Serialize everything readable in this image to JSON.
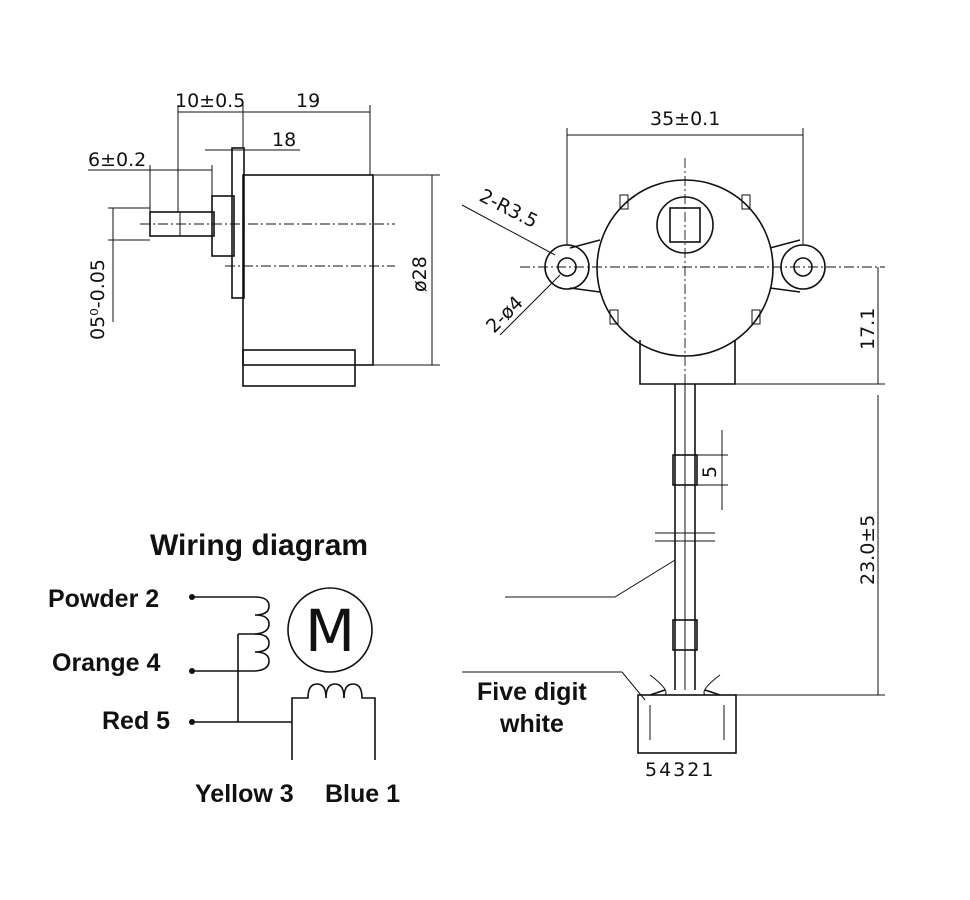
{
  "side_view": {
    "dim_10": "10±0.5",
    "dim_19": "19",
    "dim_18": "18",
    "dim_6": "6±0.2",
    "dim_shaft": "05⁰-0.05",
    "dim_dia": "ø28"
  },
  "front_view": {
    "dim_35": "35±0.1",
    "dim_r35": "2-R3.5",
    "dim_hole": "2-ø4",
    "dim_171": "17.1",
    "dim_5": "5",
    "dim_230": "23.0±5",
    "connector_label": "Five digit\nwhite",
    "connector_label_line1": "Five digit",
    "connector_label_line2": "white",
    "pin_numbers": "54321"
  },
  "wiring": {
    "title": "Wiring diagram",
    "powder": "Powder 2",
    "orange": "Orange 4",
    "red": "Red 5",
    "yellow": "Yellow 3",
    "blue": "Blue 1",
    "motor_symbol": "M"
  }
}
